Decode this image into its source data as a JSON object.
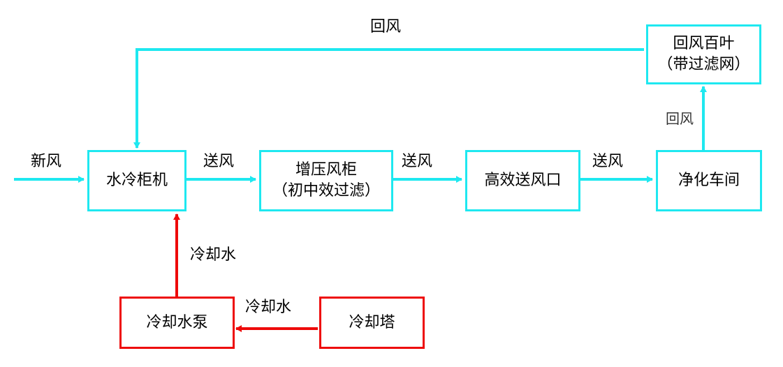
{
  "colors": {
    "air_flow": "#1ee8f0",
    "water_flow": "#ee0a0a",
    "text": "#000000"
  },
  "nodes": {
    "water_cooled_unit": {
      "label": "水冷柜机"
    },
    "booster_cabinet": {
      "line1": "增压风柜",
      "line2": "（初中效过滤）"
    },
    "hepa_outlet": {
      "label": "高效送风口"
    },
    "clean_room": {
      "label": "净化车间"
    },
    "return_louver": {
      "line1": "回风百叶",
      "line2": "（带过滤网）"
    },
    "cooling_pump": {
      "label": "冷却水泵"
    },
    "cooling_tower": {
      "label": "冷却塔"
    }
  },
  "edge_labels": {
    "return_air_top": "回风",
    "fresh_air": "新风",
    "supply_air_1": "送风",
    "supply_air_2": "送风",
    "supply_air_3": "送风",
    "return_air_side": "回风",
    "cooling_water_vertical": "冷却水",
    "cooling_water_horizontal": "冷却水"
  }
}
